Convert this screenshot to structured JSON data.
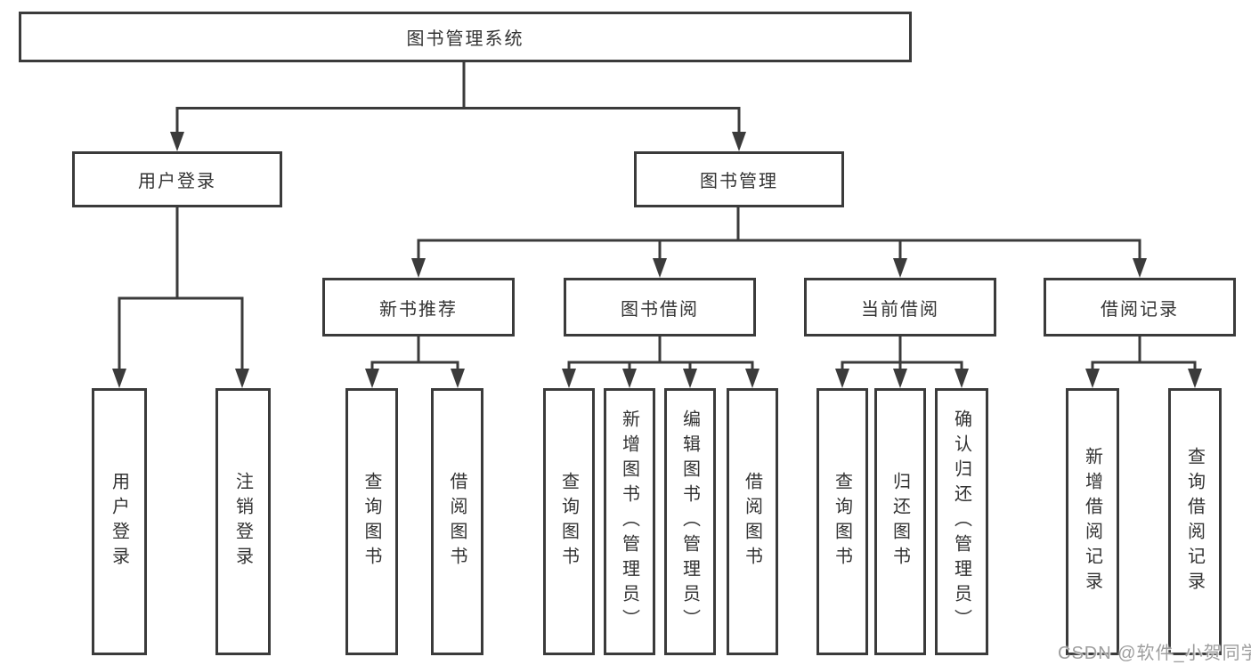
{
  "diagram": {
    "root": {
      "label": "图书管理系统"
    },
    "branches": [
      {
        "label": "用户登录",
        "children": [
          "用户登录",
          "注销登录"
        ]
      },
      {
        "label": "图书管理",
        "sections": [
          {
            "label": "新书推荐",
            "children": [
              "查询图书",
              "借阅图书"
            ]
          },
          {
            "label": "图书借阅",
            "children": [
              "查询图书",
              "新增图书（管理员）",
              "编辑图书（管理员）",
              "借阅图书"
            ]
          },
          {
            "label": "当前借阅",
            "children": [
              "查询图书",
              "归还图书",
              "确认归还（管理员）"
            ]
          },
          {
            "label": "借阅记录",
            "children": [
              "新增借阅记录",
              "查询借阅记录"
            ]
          }
        ]
      }
    ]
  },
  "watermark": {
    "text": "CSDN @软件_小贺同学"
  },
  "colors": {
    "line": "#3b3b3b",
    "text": "#333333",
    "watermark": "#9e9e9e",
    "bg": "#ffffff"
  }
}
